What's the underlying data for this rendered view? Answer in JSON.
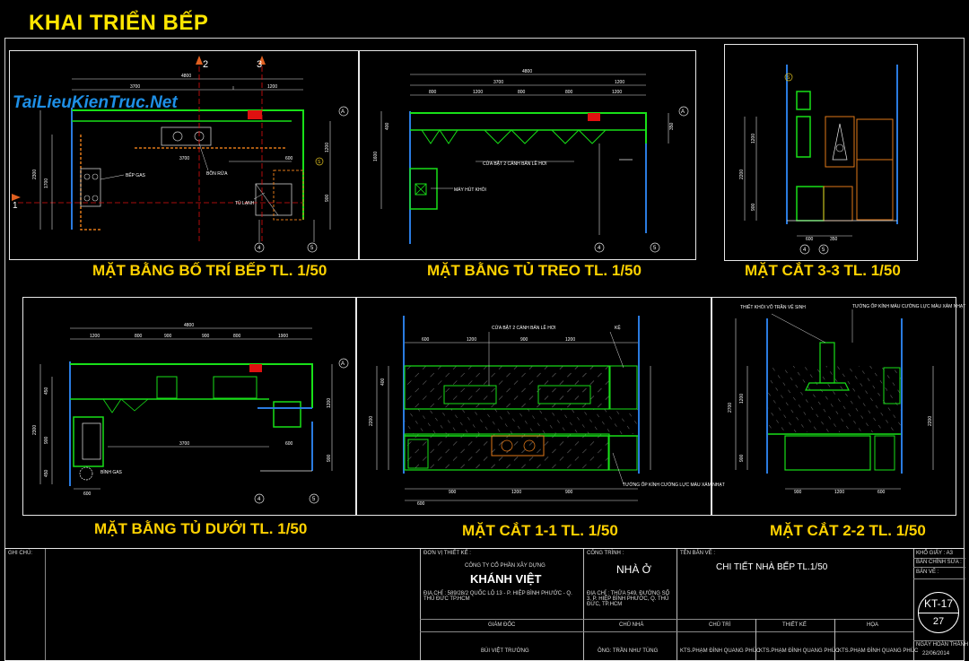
{
  "sheet_title": "KHAI TRIỂN BẾP",
  "watermark": "TaiLieuKienTruc.Net",
  "drawings": [
    {
      "id": "plan-layout",
      "caption": "MẶT BẰNG BỐ TRÍ BẾP TL. 1/50",
      "dims": {
        "total": "4800",
        "a": "3700",
        "b": "1200",
        "c": "3700",
        "d": "1200",
        "e": "600",
        "f": "2300",
        "g": "1700",
        "h": "1200",
        "i": "900"
      },
      "labels": {
        "gas": "BẾP GAS",
        "sink": "BỒN RỬA",
        "fridge": "TỦ LẠNH"
      },
      "markers": {
        "sec1": "1",
        "sec2": "2",
        "sec3": "3",
        "axA": "A",
        "ax4": "4",
        "ax5": "5",
        "axS": "S"
      }
    },
    {
      "id": "plan-upper",
      "caption": "MẶT BẰNG TỦ TREO TL. 1/50",
      "dims": {
        "total": "4800",
        "a": "3700",
        "b": "1200",
        "s1": "800",
        "s2": "1200",
        "s3": "800",
        "s4": "800",
        "s5": "1200",
        "left": "1600",
        "r1": "350",
        "r2": "1200",
        "r3": "400"
      },
      "labels": {
        "door": "CỬA BẬT 2 CÁNH BẢN LỀ HƠI",
        "hood": "MÁY HÚT KHÓI"
      },
      "markers": {
        "axA": "A",
        "ax4": "4",
        "ax5": "5"
      }
    },
    {
      "id": "sect-33",
      "caption": "MẶT CẮT 3-3 TL. 1/50",
      "dims": {
        "h": "2200",
        "a": "900",
        "b": "600",
        "c": "1200",
        "d": "350",
        "e": "350"
      },
      "markers": {
        "axS": "S",
        "ax4": "4",
        "ax5": "5"
      }
    },
    {
      "id": "plan-lower",
      "caption": "MẶT BẰNG TỦ DƯỚI TL. 1/50",
      "dims": {
        "total": "4800",
        "s1": "1200",
        "s2": "800",
        "s3": "900",
        "s4": "900",
        "s5": "800",
        "s6": "1900",
        "mid": "3700",
        "c": "600",
        "left": "2300",
        "r1": "1200",
        "r2": "900",
        "l1": "450",
        "l2": "900",
        "l3": "450"
      },
      "labels": {
        "gas": "BÌNH GAS"
      },
      "markers": {
        "axA": "A",
        "ax4": "4",
        "ax5": "5"
      }
    },
    {
      "id": "sect-11",
      "caption": "MẶT CẮT 1-1 TL. 1/50",
      "dims": {
        "h": "2200",
        "top": "400",
        "b1": "600",
        "b2": "1200",
        "b3": "900",
        "b4": "1200",
        "b5": "900",
        "b6": "600"
      },
      "labels": {
        "door": "CỬA BẬT 2 CÁNH BẢN LỀ HƠI",
        "shelf": "KỆ",
        "tile": "TƯỜNG ỐP KÍNH CƯỜNG LỰC MÀU XÁM NHẠT"
      }
    },
    {
      "id": "sect-22",
      "caption": "MẶT CẮT 2-2 TL. 1/50",
      "dims": {
        "h": "2700",
        "a": "900",
        "b": "1200",
        "c": "600",
        "r": "2200"
      },
      "labels": {
        "hood": "THIẾT KHÓI VỖ TRẦN VỆ SINH",
        "tile": "TƯỜNG ỐP KÍNH MÀU CƯỜNG LỰC MÀU XÁM NHẠT"
      }
    }
  ],
  "title_block": {
    "notes_label": "GHI CHÚ:",
    "designer_label": "ĐƠN VỊ THIẾT KẾ :",
    "company_line": "CÔNG TY CỔ PHẦN XÂY DỰNG",
    "company": "KHÁNH VIỆT",
    "company_addr": "ĐỊA CHỈ : 589/28/2 QUỐC LỘ 13 - P. HIỆP BÌNH PHƯỚC - Q. THỦ ĐỨC TP.HCM",
    "director_label": "GIÁM ĐỐC",
    "director": "BÙI VIỆT TRƯỜNG",
    "project_label": "CÔNG TRÌNH :",
    "project": "NHÀ Ở",
    "project_addr": "ĐỊA CHỈ : THỬA 549, ĐƯỜNG SỐ 3, P. HIỆP BÌNH PHƯỚC, Q. THỦ ĐỨC, TP.HCM",
    "owner_label": "CHỦ NHÀ",
    "owner": "ÔNG: TRẦN NHƯ TÙNG",
    "drawing_label": "TÊN BẢN VẼ :",
    "drawing_name": "CHI TIẾT NHÀ BẾP  TL.1/50",
    "lead_label": "CHỦ TRÌ",
    "design_label": "THIẾT KẾ",
    "draw_label": "HỌA",
    "lead": "KTS.PHẠM ĐÌNH QUANG PHÚC",
    "design": "KTS.PHẠM ĐÌNH QUANG PHÚC",
    "draw": "KTS.PHẠM ĐÌNH QUANG PHÚC",
    "paper_label": "KHỔ GIẤY : A3",
    "revision_label": "BẢN CHỈNH SỬA :",
    "sheet_no_label": "BẢN VẼ :",
    "sheet_code": "KT-17",
    "sheet_num": "27",
    "date_label": "NGÀY HOÀN THÀNH",
    "date": "22/06/2014"
  },
  "colors": {
    "wall": "#18e018",
    "frame": "#e8e8e8",
    "dim": "#e8e8e8",
    "title": "#ffd200",
    "accent_red": "#e01010",
    "blue": "#2a7be0",
    "orange": "#e07818",
    "cyan": "#20c8d8"
  }
}
